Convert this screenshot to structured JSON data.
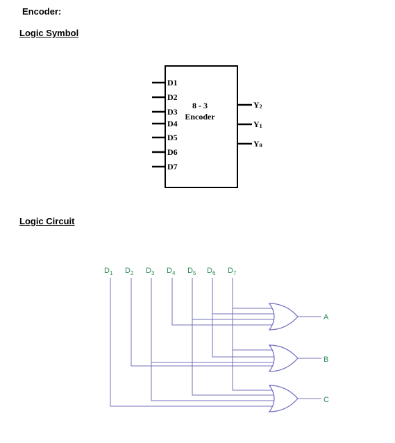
{
  "title": "Encoder:",
  "logic_symbol": {
    "heading": "Logic Symbol",
    "block_label_line1": "8 - 3",
    "block_label_line2": "Encoder",
    "inputs": [
      "D1",
      "D2",
      "D3",
      "D4",
      "D5",
      "D6",
      "D7"
    ],
    "outputs": [
      {
        "base": "Y",
        "sub": "2"
      },
      {
        "base": "Y",
        "sub": "1"
      },
      {
        "base": "Y",
        "sub": "0"
      }
    ]
  },
  "logic_circuit": {
    "heading": "Logic Circuit",
    "inputs": [
      {
        "base": "D",
        "sub": "1"
      },
      {
        "base": "D",
        "sub": "2"
      },
      {
        "base": "D",
        "sub": "3"
      },
      {
        "base": "D",
        "sub": "4"
      },
      {
        "base": "D",
        "sub": "5"
      },
      {
        "base": "D",
        "sub": "6"
      },
      {
        "base": "D",
        "sub": "7"
      }
    ],
    "gates": [
      {
        "type": "OR",
        "output": "A",
        "inputs": [
          "D4",
          "D5",
          "D6",
          "D7"
        ]
      },
      {
        "type": "OR",
        "output": "B",
        "inputs": [
          "D2",
          "D3",
          "D6",
          "D7"
        ]
      },
      {
        "type": "OR",
        "output": "C",
        "inputs": [
          "D1",
          "D3",
          "D5",
          "D7"
        ]
      }
    ],
    "colors": {
      "wire": "#7070b8",
      "gate": "#6a6abf",
      "label": "#2e8b57"
    }
  }
}
